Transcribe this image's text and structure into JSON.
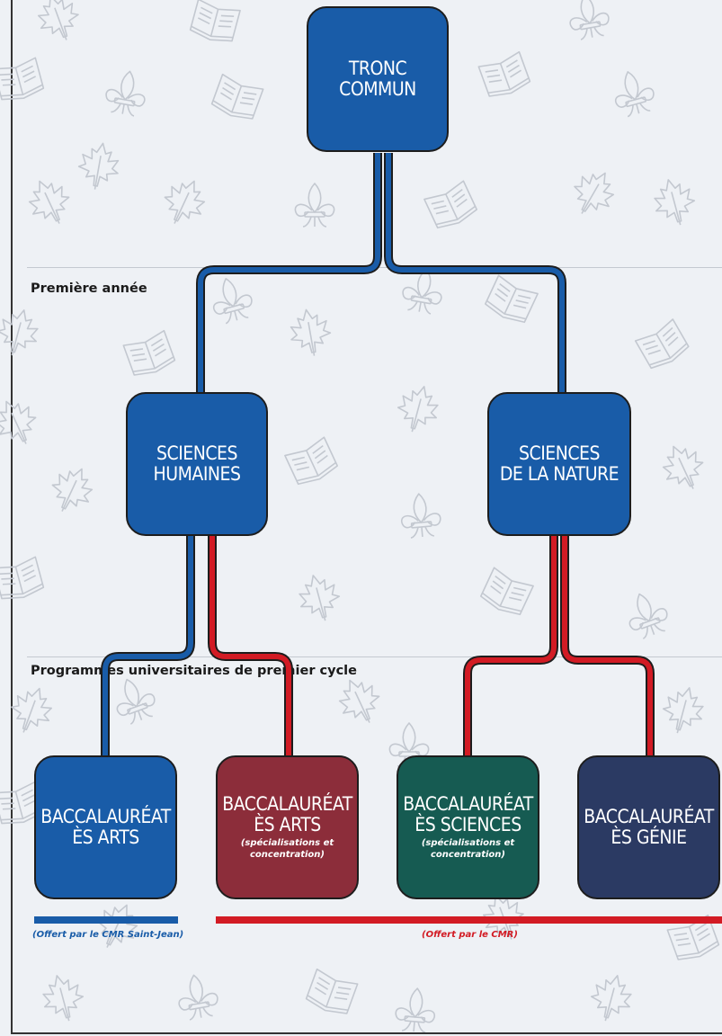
{
  "colors": {
    "background": "#eef1f5",
    "blue": "#195ca8",
    "red": "#d21b24",
    "maroon": "#8c2d3a",
    "green": "#165b52",
    "navy": "#2b3a63",
    "pattern": "#c3c8d0"
  },
  "sections": {
    "first_year": "Première année",
    "undergrad": "Programmes universitaires de premier cycle"
  },
  "nodes": {
    "core": {
      "title": "TRONC\nCOMMUN"
    },
    "humanities": {
      "title": "SCIENCES\nHUMAINES"
    },
    "nature": {
      "title": "SCIENCES\nDE LA NATURE"
    },
    "ba_arts_blue": {
      "title": "BACCALAURÉAT\nÈS ARTS"
    },
    "ba_arts_red": {
      "title": "BACCALAURÉAT\nÈS ARTS",
      "subtitle": "(spécialisations et\nconcentration)"
    },
    "bsc": {
      "title": "BACCALAURÉAT\nÈS SCIENCES",
      "subtitle": "(spécialisations et\nconcentration)"
    },
    "beng": {
      "title": "BACCALAURÉAT\nÈS GÉNIE"
    }
  },
  "offers": {
    "saint_jean": "(Offert par le CMR Saint-Jean)",
    "cmr": "(Offert par le CMR)"
  },
  "pattern_icons": [
    "maple-leaf-icon",
    "fleur-de-lis-icon",
    "open-book-icon"
  ]
}
